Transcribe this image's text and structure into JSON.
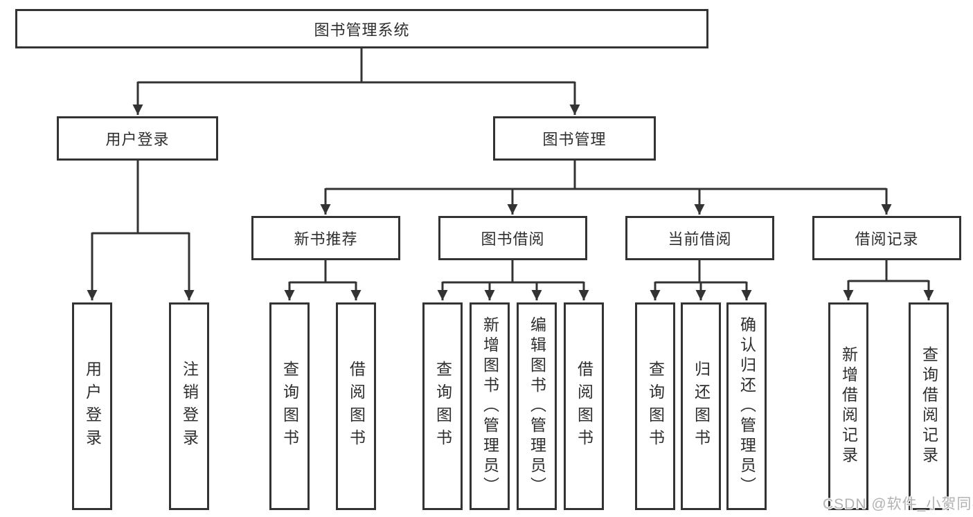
{
  "diagram": {
    "title": "图书管理系统",
    "root": {
      "label": "图书管理系统"
    },
    "level2": [
      {
        "label": "用户登录"
      },
      {
        "label": "图书管理"
      }
    ],
    "level3": [
      {
        "label": "新书推荐"
      },
      {
        "label": "图书借阅"
      },
      {
        "label": "当前借阅"
      },
      {
        "label": "借阅记录"
      }
    ],
    "leaves": {
      "user_login": [
        "用户登录",
        "注销登录"
      ],
      "new_book_recommend": [
        "查询图书",
        "借阅图书"
      ],
      "book_borrow": [
        "查询图书",
        "新增图书（管理员）",
        "编辑图书（管理员）",
        "借阅图书"
      ],
      "current_borrow": [
        "查询图书",
        "归还图书",
        "确认归还（管理员）"
      ],
      "borrow_record": [
        "新增借阅记录",
        "查询借阅记录"
      ]
    }
  },
  "watermark": {
    "text": "CSDN @软件_小贺同学",
    "color": "#b2b2b2"
  },
  "colors": {
    "line": "#333333",
    "border": "#333333",
    "text": "#2e2e2e",
    "background": "#ffffff"
  }
}
